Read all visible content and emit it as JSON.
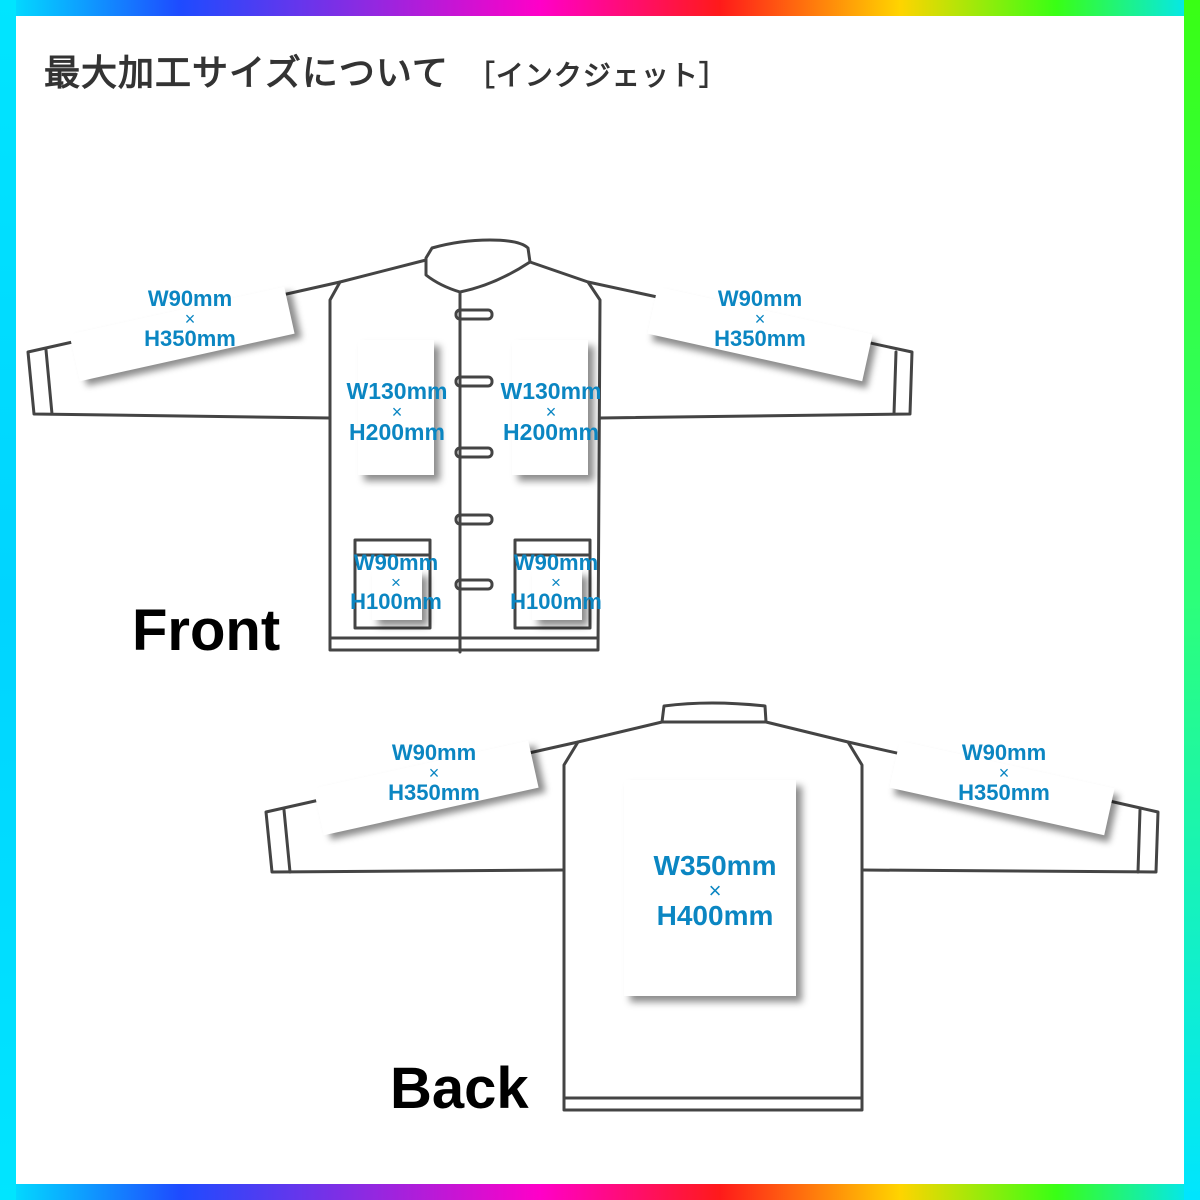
{
  "title": {
    "main": "最大加工サイズについて",
    "sub": "［インクジェット］"
  },
  "views": {
    "front": "Front",
    "back": "Back"
  },
  "areas": {
    "front_left_sleeve": {
      "w": "W90mm",
      "x": "×",
      "h": "H350mm"
    },
    "front_right_sleeve": {
      "w": "W90mm",
      "x": "×",
      "h": "H350mm"
    },
    "front_left_chest": {
      "w": "W130mm",
      "x": "×",
      "h": "H200mm"
    },
    "front_right_chest": {
      "w": "W130mm",
      "x": "×",
      "h": "H200mm"
    },
    "front_left_pocket": {
      "w": "W90mm",
      "x": "×",
      "h": "H100mm"
    },
    "front_right_pocket": {
      "w": "W90mm",
      "x": "×",
      "h": "H100mm"
    },
    "back_left_sleeve": {
      "w": "W90mm",
      "x": "×",
      "h": "H350mm"
    },
    "back_right_sleeve": {
      "w": "W90mm",
      "x": "×",
      "h": "H350mm"
    },
    "back_center": {
      "w": "W350mm",
      "x": "×",
      "h": "H400mm"
    }
  },
  "colors": {
    "label": "#0b86c2",
    "outline": "#444444"
  }
}
